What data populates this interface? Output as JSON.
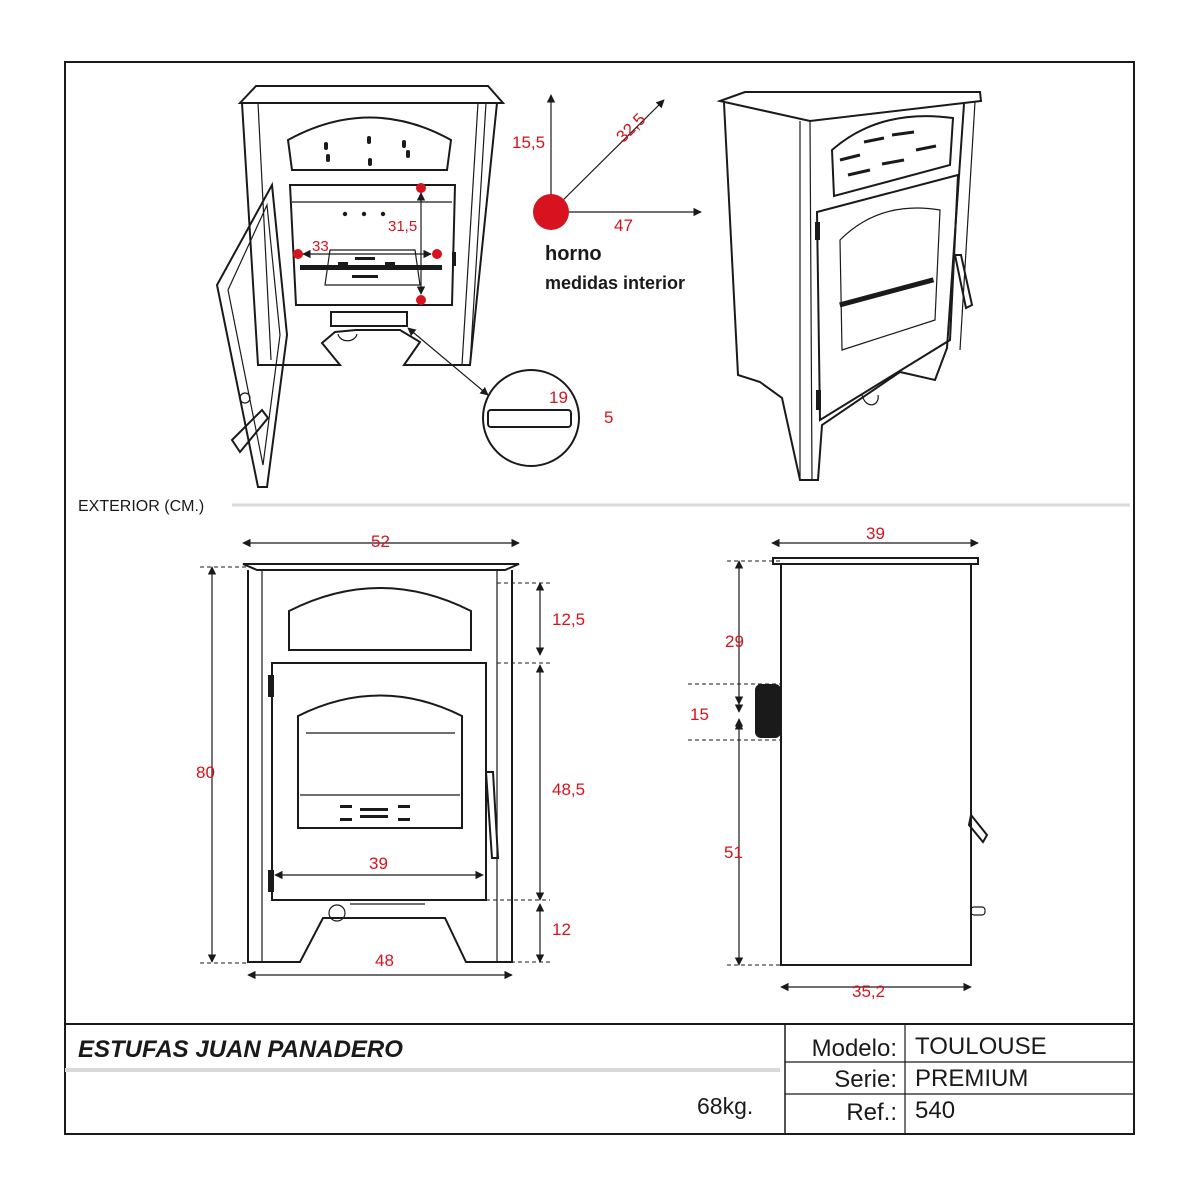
{
  "section": {
    "exterior_label": "EXTERIOR (CM.)"
  },
  "oven": {
    "title": "horno",
    "subtitle": "medidas interior",
    "height": "15,5",
    "depth": "32,5",
    "width": "47",
    "inner_height": "31,5",
    "inner_width": "33"
  },
  "ash_slot": {
    "width": "19",
    "height": "5"
  },
  "front_view": {
    "top_width": "52",
    "height_total": "80",
    "oven_height": "12,5",
    "door_height": "48,5",
    "door_width": "39",
    "base_height": "12",
    "base_width": "48"
  },
  "side_view": {
    "top_depth": "39",
    "top_to_flue": "29",
    "flue_diameter": "15",
    "flue_to_floor": "51",
    "base_depth": "35,2"
  },
  "title_block": {
    "brand": "ESTUFAS JUAN PANADERO",
    "weight": "68kg.",
    "model_label": "Modelo:",
    "model_value": "TOULOUSE",
    "series_label": "Serie:",
    "series_value": "PREMIUM",
    "ref_label": "Ref.:",
    "ref_value": "540"
  },
  "colors": {
    "dimension": "#d6131e",
    "outline": "#1a1a1a",
    "rule": "#d9d9d9"
  }
}
